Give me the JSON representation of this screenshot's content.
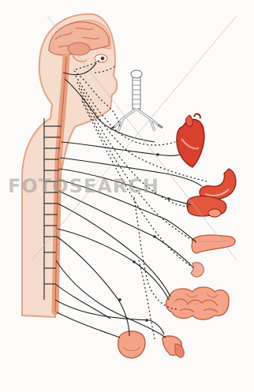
{
  "watermark": {
    "text": "FOTOSEARCH"
  },
  "colors": {
    "skin": "#f4d3c2",
    "skin_edge": "#d98a6a",
    "brain": "#f3b9a0",
    "organ_red": "#d8402f",
    "organ_light": "#f6b09a",
    "nerve": "#222222",
    "trachea": "#ffffff"
  },
  "figure": {
    "subject": "anatomical-nervous-system-illustration",
    "organs": [
      "brain",
      "eye",
      "trachea-lungs",
      "heart",
      "stomach",
      "liver",
      "pancreas",
      "intestines",
      "kidney",
      "bladder",
      "genitals"
    ]
  }
}
